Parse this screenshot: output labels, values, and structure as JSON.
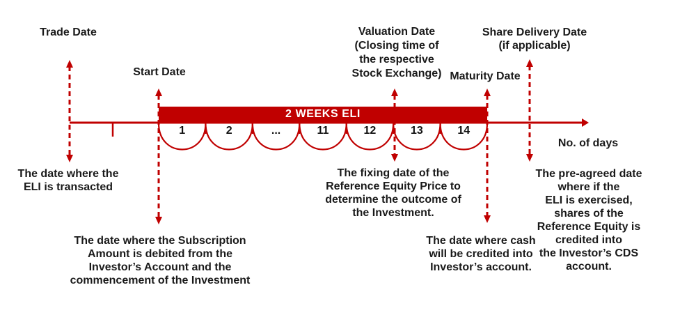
{
  "diagram": {
    "colors": {
      "red": "#C00000",
      "text": "#1A1A1A",
      "bar_text": "#FFFFFF"
    },
    "labels": {
      "trade_date": "Trade Date",
      "start_date": "Start Date",
      "valuation_date": "Valuation Date\n(Closing time of\nthe respective\nStock Exchange)",
      "maturity_date": "Maturity Date",
      "share_delivery_date": "Share Delivery Date\n(if applicable)",
      "axis": "No. of days"
    },
    "bar": {
      "label": "2 WEEKS ELI"
    },
    "days": [
      "1",
      "2",
      "...",
      "11",
      "12",
      "13",
      "14"
    ],
    "notes": {
      "trade": "The date where the\nELI is transacted",
      "start": "The date where the Subscription\nAmount is debited from the\nInvestor’s Account and the\ncommencement of the Investment",
      "valuation": "The fixing date of the\nReference Equity Price to\ndetermine the outcome of\nthe Investment.",
      "maturity": "The date where cash\nwill be credited into\nInvestor’s account.",
      "share_delivery": "The pre-agreed date where if the\nELI is exercised, shares of the\nReference Equity is credited into\nthe Investor’s CDS account."
    }
  }
}
